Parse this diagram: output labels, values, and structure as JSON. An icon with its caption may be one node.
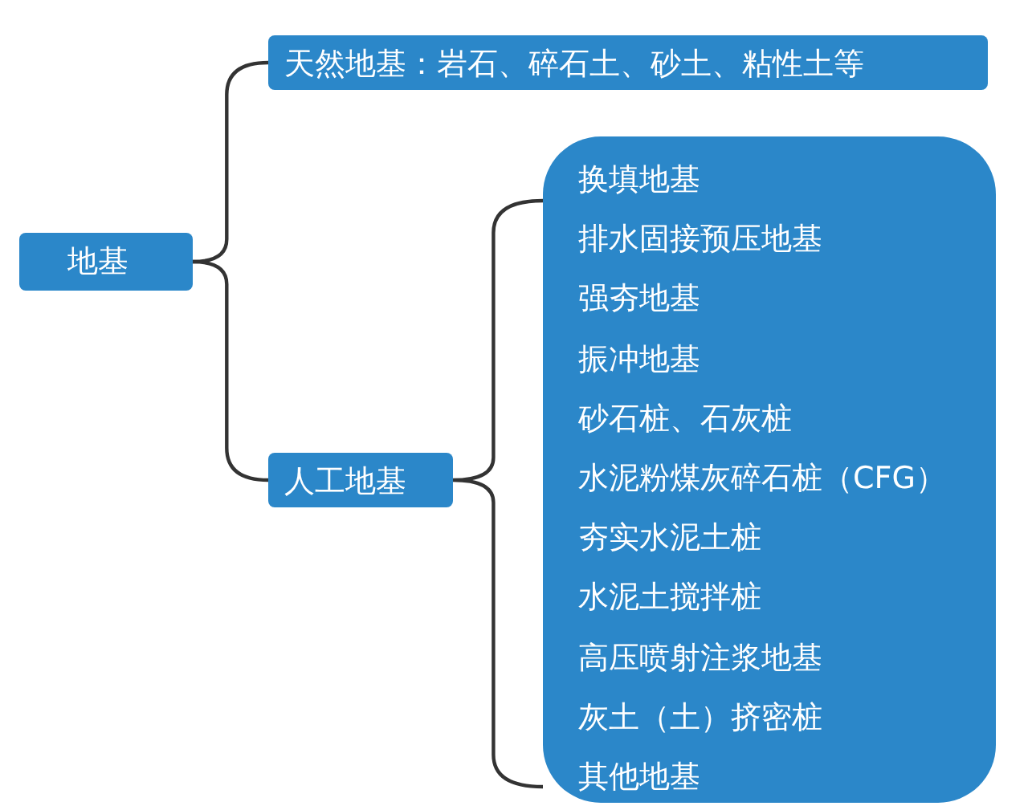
{
  "diagram": {
    "nodes": [
      {
        "text": [
          "地基"
        ]
      },
      {
        "text": [
          "天然地基：岩石、碎石土、砂土、粘性土等"
        ]
      },
      {
        "text": [
          "人工地基"
        ]
      },
      {
        "text": [
          "换填地基",
          "排水固接预压地基",
          "强夯地基",
          "振冲地基",
          "砂石桩、石灰桩",
          "水泥粉煤灰碎石桩（CFG）",
          "夯实水泥土桩",
          "水泥土搅拌桩",
          "高压喷射注浆地基",
          "灰土（土）挤密桩",
          "其他地基"
        ]
      }
    ],
    "edges": [
      {
        "from": 0,
        "to": 1,
        "arrow": "none"
      },
      {
        "from": 0,
        "to": 2,
        "arrow": "none"
      },
      {
        "from": 2,
        "to": 3,
        "arrow": "none"
      }
    ]
  }
}
